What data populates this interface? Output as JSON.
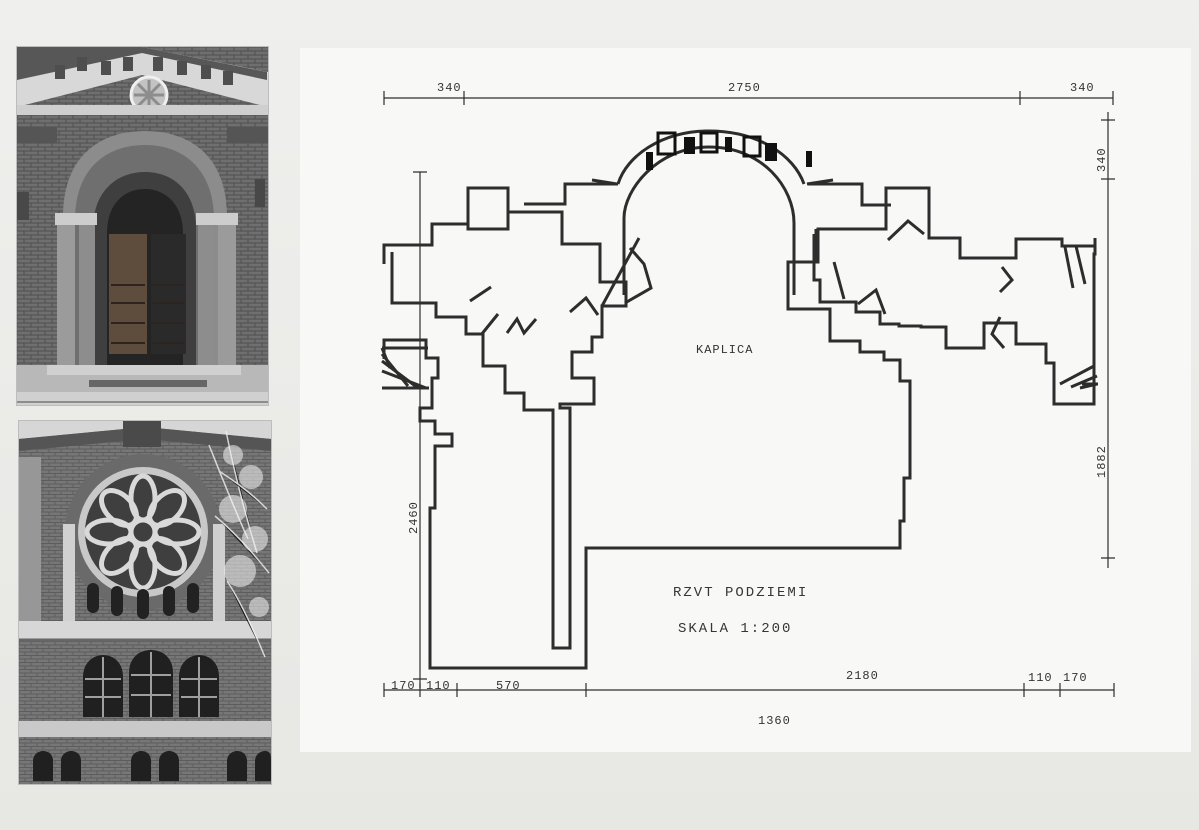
{
  "photos": {
    "top_alt": "Arched church entrance with wooden double doors",
    "bottom_alt": "Brick church facade with rose window and arched windows"
  },
  "plan": {
    "room_label": "KAPLICA",
    "title_line1": "RZVT PODZIEMI",
    "title_line2": "SKALA 1:200",
    "dimensions": {
      "top_left": "340",
      "top_center": "2750",
      "top_right": "340",
      "right_upper": "340",
      "right_middle": "1882",
      "left_vertical": "2460",
      "bottom_1": "170",
      "bottom_2": "110",
      "bottom_3": "570",
      "bottom_4": "2180",
      "bottom_5": "110",
      "bottom_6": "170",
      "bottom_cut": "1360"
    }
  }
}
